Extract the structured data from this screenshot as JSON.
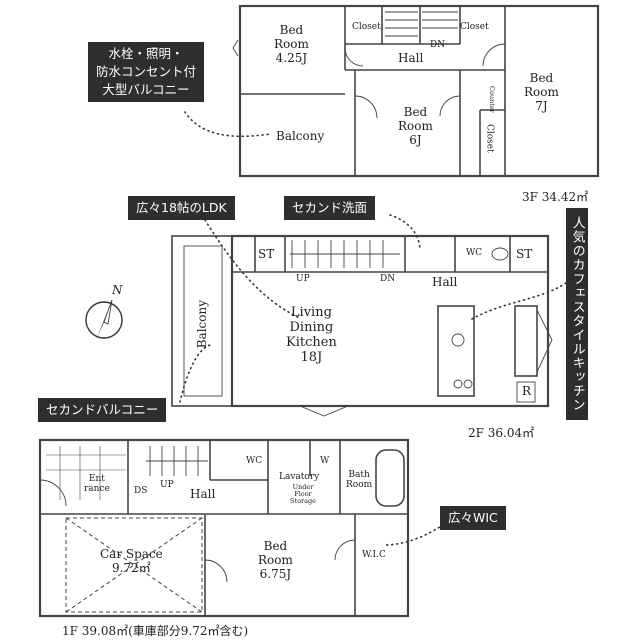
{
  "floors": {
    "third": {
      "area_label": "3F  34.42㎡",
      "rooms": {
        "bed_425": "Bed\nRoom\n4.25J",
        "closet_left": "Closet",
        "closet_right": "Closet",
        "dn": "DN",
        "hall": "Hall",
        "bed_7": "Bed\nRoom\n7J",
        "bed_6": "Bed\nRoom\n6J",
        "counter": "Counter",
        "closet_side": "Closet",
        "balcony": "Balcony"
      }
    },
    "second": {
      "area_label": "2F  36.04㎡",
      "rooms": {
        "st_left": "ST",
        "up": "UP",
        "dn": "DN",
        "wc": "WC",
        "st_right": "ST",
        "hall": "Hall",
        "balcony": "Balcony",
        "ldk": "Living\nDining\nKitchen\n18J",
        "r": "R"
      }
    },
    "first": {
      "area_label": "1F  39.08㎡(車庫部分9.72㎡含む)",
      "rooms": {
        "entrance": "Ent\nrance",
        "ds": "DS",
        "up": "UP",
        "hall": "Hall",
        "wc": "WC",
        "w": "W",
        "lavatory": "Lavatory",
        "storage": "Under\nFloor\nStorage",
        "bath": "Bath\nRoom",
        "car_space": "Car Space\n9.72㎡",
        "bed_675": "Bed\nRoom\n6.75J",
        "wic": "W.I.C"
      }
    }
  },
  "callouts": {
    "balcony_features": "水栓・照明・\n防水コンセント付\n大型バルコニー",
    "ldk": "広々18帖のLDK",
    "second_wash": "セカンド洗面",
    "cafe_kitchen": "人気のカフェスタイルキッチン",
    "second_balcony": "セカンドバルコニー",
    "wic": "広々WIC"
  },
  "compass": {
    "label": "N"
  },
  "colors": {
    "wall": "#444444",
    "callout_bg": "#2e2e2e",
    "dots": "#333333"
  }
}
